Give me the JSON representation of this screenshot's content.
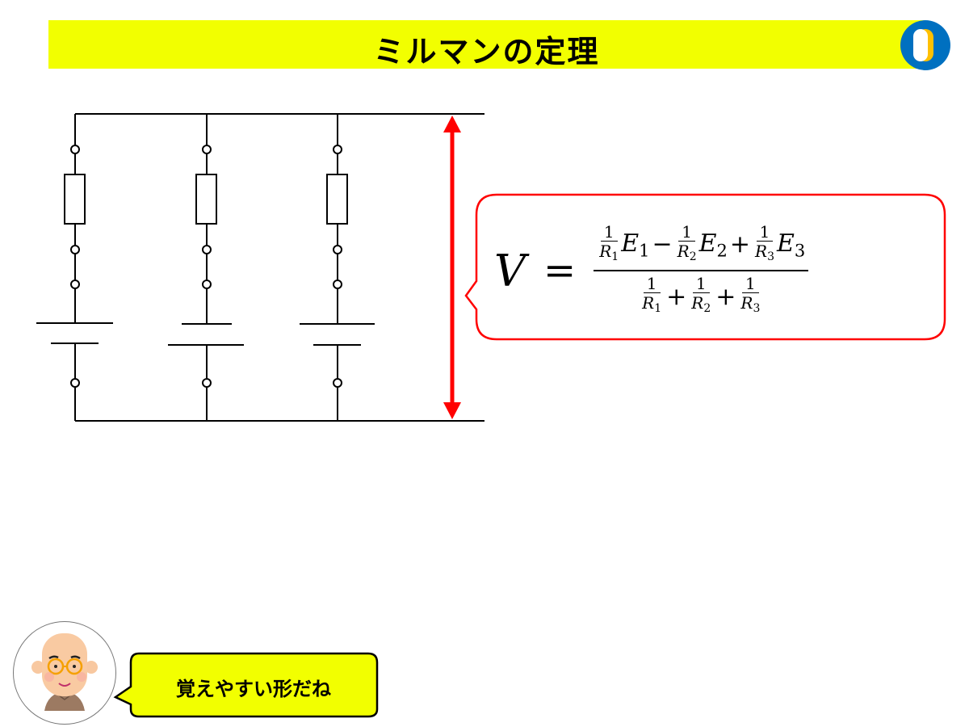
{
  "title": "ミルマンの定理",
  "logo_icon": "logo-icon",
  "colors": {
    "title_bg": "#f2ff00",
    "arrow": "#ff0000",
    "callout_border": "#ff0000",
    "logo_blue": "#0070c0",
    "logo_orange": "#ffc000"
  },
  "formula": {
    "lhs": "V",
    "eq": "=",
    "one": "1",
    "R": "R",
    "E": "E",
    "subs": [
      "1",
      "2",
      "3"
    ],
    "num_ops": [
      "−",
      "+"
    ],
    "den_ops": [
      "+",
      "+"
    ]
  },
  "speech": "覚えやすい形だね"
}
